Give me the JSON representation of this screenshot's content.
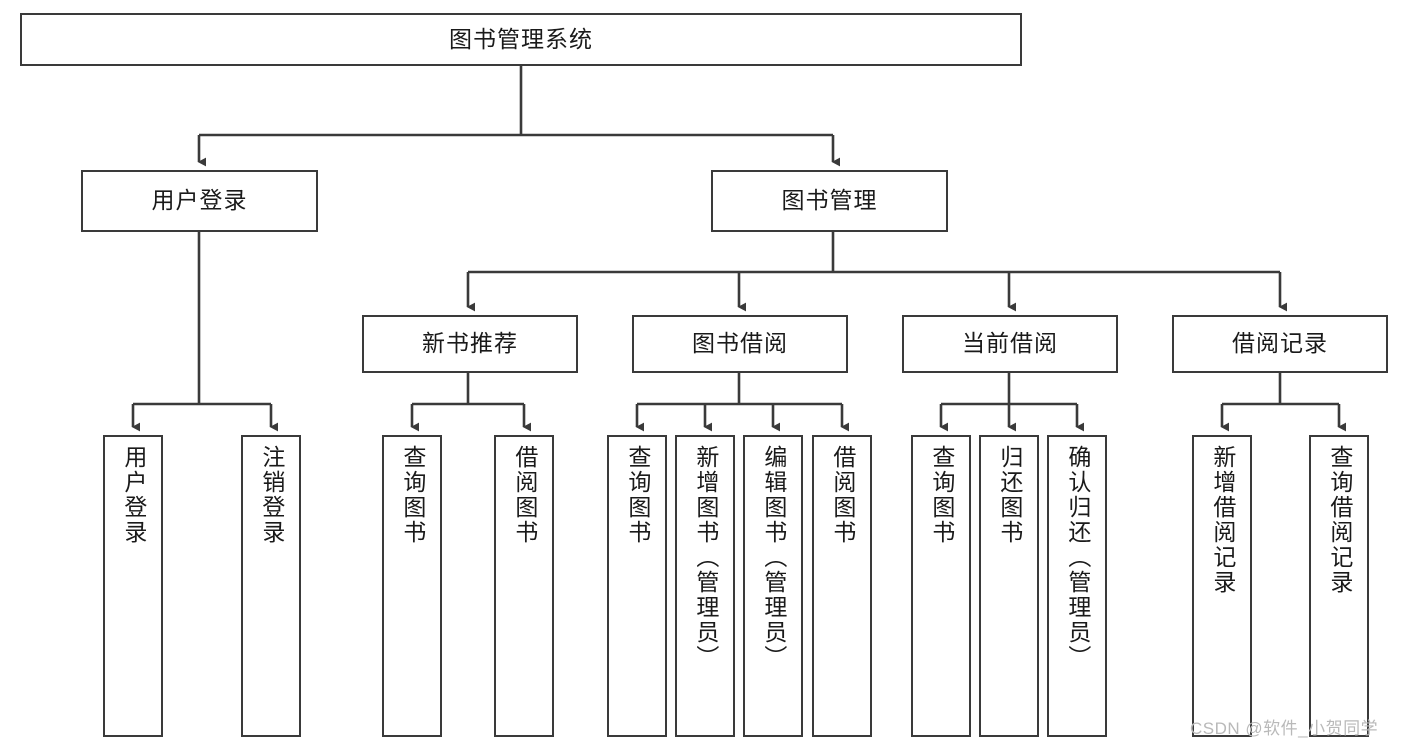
{
  "diagram": {
    "title": "图书管理系统",
    "type": "tree-hierarchy",
    "orientation": "top-down",
    "colors": {
      "box_border": "#3a3a3a",
      "box_fill": "#ffffff",
      "edge": "#3a3a3a",
      "text": "#1a1a1a",
      "watermark": "#b9b9b9"
    }
  },
  "root": {
    "label": "图书管理系统"
  },
  "level2": [
    {
      "label": "用户登录"
    },
    {
      "label": "图书管理"
    }
  ],
  "level3": [
    {
      "label": "新书推荐"
    },
    {
      "label": "图书借阅"
    },
    {
      "label": "当前借阅"
    },
    {
      "label": "借阅记录"
    }
  ],
  "leaves": {
    "user_login": [
      {
        "label": "用户登录"
      },
      {
        "label": "注销登录"
      }
    ],
    "new_book_recommend": [
      {
        "label": "查询图书"
      },
      {
        "label": "借阅图书"
      }
    ],
    "book_borrow": [
      {
        "label": "查询图书"
      },
      {
        "label": "新增图书（管理员）"
      },
      {
        "label": "编辑图书（管理员）"
      },
      {
        "label": "借阅图书"
      }
    ],
    "current_borrow": [
      {
        "label": "查询图书"
      },
      {
        "label": "归还图书"
      },
      {
        "label": "确认归还（管理员）"
      }
    ],
    "borrow_record": [
      {
        "label": "新增借阅记录"
      },
      {
        "label": "查询借阅记录"
      }
    ]
  },
  "watermark": {
    "text": "CSDN @软件_小贺同学"
  }
}
